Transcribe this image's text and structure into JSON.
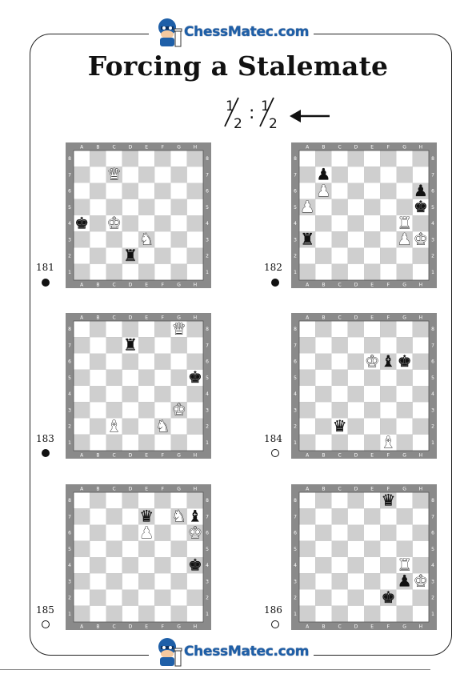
{
  "header": {
    "brand": "ChessMatec.com"
  },
  "title": "Forcing a Stalemate",
  "result": {
    "left": "1/2",
    "sep": ":",
    "right": "1/2",
    "arrow_icon": "arrow-left-icon"
  },
  "footer": {
    "brand": "ChessMatec.com"
  },
  "board_labels": {
    "files": [
      "A",
      "B",
      "C",
      "D",
      "E",
      "F",
      "G",
      "H"
    ],
    "ranks": [
      "8",
      "7",
      "6",
      "5",
      "4",
      "3",
      "2",
      "1"
    ]
  },
  "colors": {
    "light_square": "#ffffff",
    "dark_square": "#cfcfcf",
    "board_frame": "#8a8a8a",
    "brand": "#1e5fa8"
  },
  "puzzles": [
    {
      "number": "181",
      "to_move": "black",
      "pieces": [
        {
          "square": "c7",
          "piece": "Q"
        },
        {
          "square": "a4",
          "piece": "k"
        },
        {
          "square": "c4",
          "piece": "K"
        },
        {
          "square": "e3",
          "piece": "N"
        },
        {
          "square": "d2",
          "piece": "r"
        }
      ]
    },
    {
      "number": "182",
      "to_move": "black",
      "pieces": [
        {
          "square": "b7",
          "piece": "p"
        },
        {
          "square": "b6",
          "piece": "P"
        },
        {
          "square": "a5",
          "piece": "P"
        },
        {
          "square": "h6",
          "piece": "p"
        },
        {
          "square": "h5",
          "piece": "k"
        },
        {
          "square": "g4",
          "piece": "R"
        },
        {
          "square": "a3",
          "piece": "r"
        },
        {
          "square": "g3",
          "piece": "P"
        },
        {
          "square": "h3",
          "piece": "K"
        }
      ]
    },
    {
      "number": "183",
      "to_move": "black",
      "pieces": [
        {
          "square": "g8",
          "piece": "Q"
        },
        {
          "square": "d7",
          "piece": "r"
        },
        {
          "square": "h5",
          "piece": "k"
        },
        {
          "square": "g3",
          "piece": "K"
        },
        {
          "square": "c2",
          "piece": "B"
        },
        {
          "square": "f2",
          "piece": "N"
        }
      ]
    },
    {
      "number": "184",
      "to_move": "white",
      "pieces": [
        {
          "square": "e6",
          "piece": "K"
        },
        {
          "square": "f6",
          "piece": "b"
        },
        {
          "square": "g6",
          "piece": "k"
        },
        {
          "square": "c2",
          "piece": "q"
        },
        {
          "square": "f1",
          "piece": "B"
        }
      ]
    },
    {
      "number": "185",
      "to_move": "white",
      "pieces": [
        {
          "square": "e7",
          "piece": "q"
        },
        {
          "square": "g7",
          "piece": "N"
        },
        {
          "square": "h7",
          "piece": "b"
        },
        {
          "square": "e6",
          "piece": "P"
        },
        {
          "square": "h6",
          "piece": "K"
        },
        {
          "square": "h4",
          "piece": "k"
        }
      ]
    },
    {
      "number": "186",
      "to_move": "white",
      "pieces": [
        {
          "square": "f8",
          "piece": "q"
        },
        {
          "square": "g4",
          "piece": "R"
        },
        {
          "square": "g3",
          "piece": "p"
        },
        {
          "square": "h3",
          "piece": "K"
        },
        {
          "square": "f2",
          "piece": "k"
        }
      ]
    }
  ]
}
